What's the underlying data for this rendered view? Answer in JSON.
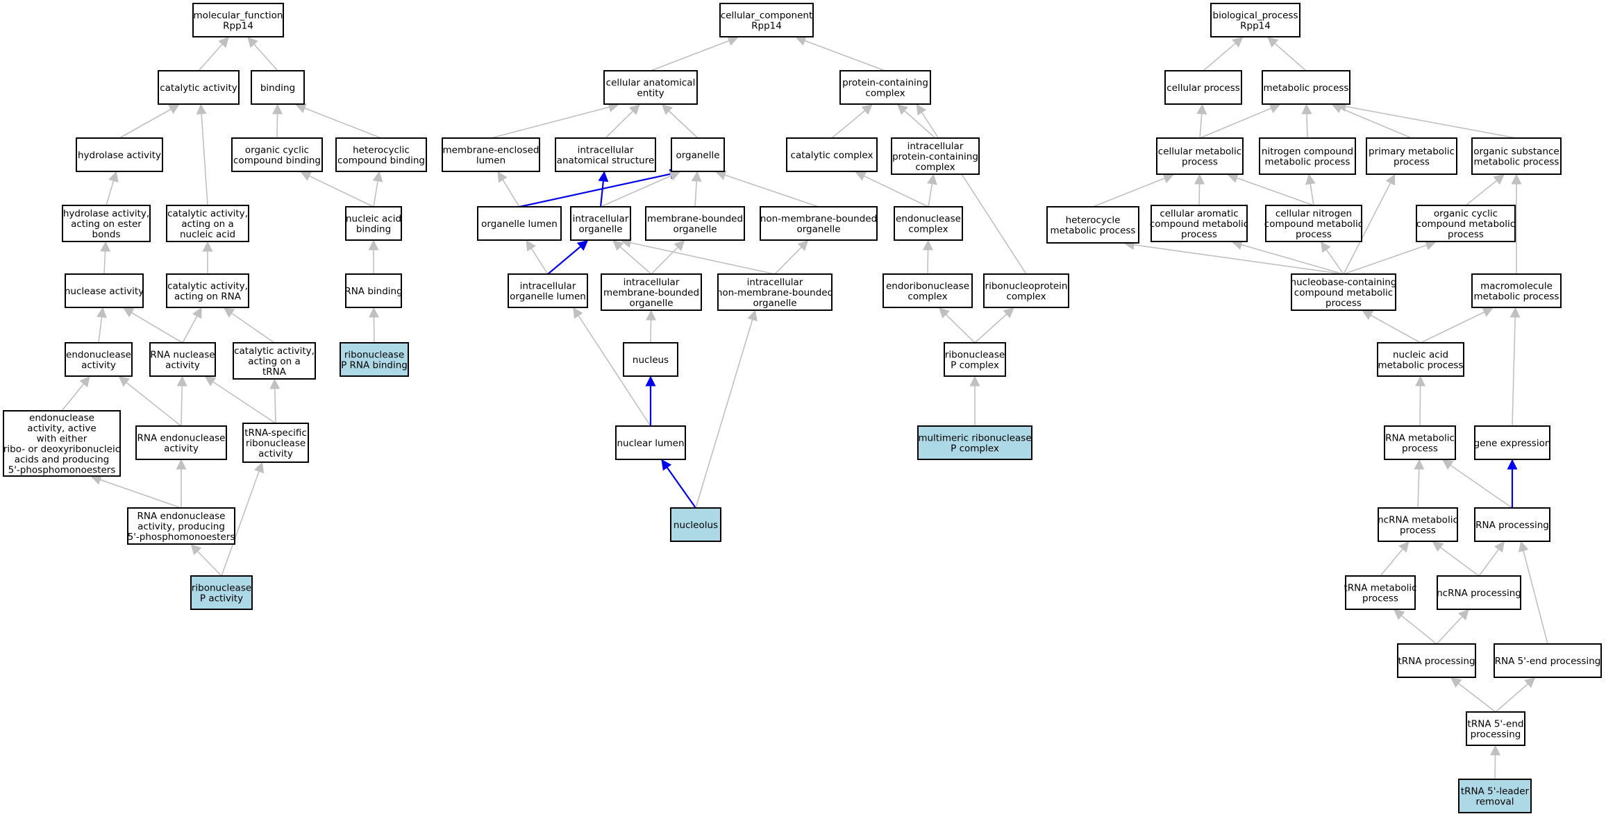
{
  "colors": {
    "node_fill": "#ffffff",
    "highlight_fill": "#add8e6",
    "edge_gray": "#c0c0c0",
    "edge_blue": "#0000ee",
    "border": "#000000"
  },
  "nodes": {
    "mf": {
      "lines": [
        "molecular_function",
        "Rpp14"
      ]
    },
    "catalytic_activity": {
      "lines": [
        "catalytic activity"
      ]
    },
    "binding": {
      "lines": [
        "binding"
      ]
    },
    "hydrolase_activity": {
      "lines": [
        "hydrolase activity"
      ]
    },
    "organic_cyclic_binding": {
      "lines": [
        "organic cyclic",
        "compound binding"
      ]
    },
    "heterocyclic_binding": {
      "lines": [
        "heterocyclic",
        "compound binding"
      ]
    },
    "hydrolase_ester": {
      "lines": [
        "hydrolase activity,",
        "acting on ester",
        "bonds"
      ]
    },
    "cat_nucleic_acid": {
      "lines": [
        "catalytic activity,",
        "acting on a",
        "nucleic acid"
      ]
    },
    "nucleic_acid_binding": {
      "lines": [
        "nucleic acid",
        "binding"
      ]
    },
    "nuclease_activity": {
      "lines": [
        "nuclease activity"
      ]
    },
    "cat_rna": {
      "lines": [
        "catalytic activity,",
        "acting on RNA"
      ]
    },
    "rna_binding": {
      "lines": [
        "RNA binding"
      ]
    },
    "endonuclease_activity": {
      "lines": [
        "endonuclease",
        "activity"
      ]
    },
    "rna_nuclease": {
      "lines": [
        "RNA nuclease",
        "activity"
      ]
    },
    "cat_trna": {
      "lines": [
        "catalytic activity,",
        "acting on a",
        "tRNA"
      ]
    },
    "rnasep_rna_binding": {
      "lines": [
        "ribonuclease",
        "P RNA binding"
      ]
    },
    "endo_either": {
      "lines": [
        "endonuclease",
        "activity, active",
        "with either",
        "ribo- or deoxyribonucleic",
        "acids and producing",
        "5'-phosphomonoesters"
      ]
    },
    "rna_endonuclease": {
      "lines": [
        "RNA endonuclease",
        "activity"
      ]
    },
    "trna_specific": {
      "lines": [
        "tRNA-specific",
        "ribonuclease",
        "activity"
      ]
    },
    "rna_endo_5p": {
      "lines": [
        "RNA endonuclease",
        "activity, producing",
        "5'-phosphomonoesters"
      ]
    },
    "rnasep_activity": {
      "lines": [
        "ribonuclease",
        "P activity"
      ]
    },
    "cc": {
      "lines": [
        "cellular_component",
        "Rpp14"
      ]
    },
    "cell_anat": {
      "lines": [
        "cellular anatomical",
        "entity"
      ]
    },
    "protein_complex": {
      "lines": [
        "protein-containing",
        "complex"
      ]
    },
    "membrane_lumen": {
      "lines": [
        "membrane-enclosed",
        "lumen"
      ]
    },
    "intracell_struct": {
      "lines": [
        "intracellular",
        "anatomical structure"
      ]
    },
    "organelle": {
      "lines": [
        "organelle"
      ]
    },
    "catalytic_complex": {
      "lines": [
        "catalytic complex"
      ]
    },
    "intracell_protein_complex": {
      "lines": [
        "intracellular",
        "protein-containing",
        "complex"
      ]
    },
    "organelle_lumen": {
      "lines": [
        "organelle lumen"
      ]
    },
    "intracell_organelle": {
      "lines": [
        "intracellular",
        "organelle"
      ]
    },
    "membrane_bounded": {
      "lines": [
        "membrane-bounded",
        "organelle"
      ]
    },
    "non_membrane_bounded": {
      "lines": [
        "non-membrane-bounded",
        "organelle"
      ]
    },
    "endonuclease_complex": {
      "lines": [
        "endonuclease",
        "complex"
      ]
    },
    "intracell_organelle_lumen": {
      "lines": [
        "intracellular",
        "organelle lumen"
      ]
    },
    "intracell_membrane_bounded": {
      "lines": [
        "intracellular",
        "membrane-bounded",
        "organelle"
      ]
    },
    "intracell_non_membrane": {
      "lines": [
        "intracellular",
        "non-membrane-bounded",
        "organelle"
      ]
    },
    "endoribonuclease_complex": {
      "lines": [
        "endoribonuclease",
        "complex"
      ]
    },
    "rnp_complex": {
      "lines": [
        "ribonucleoprotein",
        "complex"
      ]
    },
    "nucleus": {
      "lines": [
        "nucleus"
      ]
    },
    "rnasep_complex": {
      "lines": [
        "ribonuclease",
        "P complex"
      ]
    },
    "nuclear_lumen": {
      "lines": [
        "nuclear lumen"
      ]
    },
    "multimeric_rnasep": {
      "lines": [
        "multimeric ribonuclease",
        "P complex"
      ]
    },
    "nucleolus": {
      "lines": [
        "nucleolus"
      ]
    },
    "bp": {
      "lines": [
        "biological_process",
        "Rpp14"
      ]
    },
    "cellular_process": {
      "lines": [
        "cellular process"
      ]
    },
    "metabolic_process": {
      "lines": [
        "metabolic process"
      ]
    },
    "cell_metabolic": {
      "lines": [
        "cellular metabolic",
        "process"
      ]
    },
    "nitrogen_metabolic": {
      "lines": [
        "nitrogen compound",
        "metabolic process"
      ]
    },
    "primary_metabolic": {
      "lines": [
        "primary metabolic",
        "process"
      ]
    },
    "organic_substance": {
      "lines": [
        "organic substance",
        "metabolic process"
      ]
    },
    "heterocycle_metabolic": {
      "lines": [
        "heterocycle",
        "metabolic process"
      ]
    },
    "cell_aromatic": {
      "lines": [
        "cellular aromatic",
        "compound metabolic",
        "process"
      ]
    },
    "cell_nitrogen": {
      "lines": [
        "cellular nitrogen",
        "compound metabolic",
        "process"
      ]
    },
    "organic_cyclic_metabolic": {
      "lines": [
        "organic cyclic",
        "compound metabolic",
        "process"
      ]
    },
    "nucleobase": {
      "lines": [
        "nucleobase-containing",
        "compound metabolic",
        "process"
      ]
    },
    "macromolecule": {
      "lines": [
        "macromolecule",
        "metabolic process"
      ]
    },
    "nucleic_acid_metabolic": {
      "lines": [
        "nucleic acid",
        "metabolic process"
      ]
    },
    "rna_metabolic": {
      "lines": [
        "RNA metabolic",
        "process"
      ]
    },
    "gene_expression": {
      "lines": [
        "gene expression"
      ]
    },
    "ncrna_metabolic": {
      "lines": [
        "ncRNA metabolic",
        "process"
      ]
    },
    "rna_processing": {
      "lines": [
        "RNA processing"
      ]
    },
    "trna_metabolic": {
      "lines": [
        "tRNA metabolic",
        "process"
      ]
    },
    "ncrna_processing": {
      "lines": [
        "ncRNA processing"
      ]
    },
    "trna_processing": {
      "lines": [
        "tRNA processing"
      ]
    },
    "rna_5p_end": {
      "lines": [
        "RNA 5'-end processing"
      ]
    },
    "trna_5p_end": {
      "lines": [
        "tRNA 5'-end",
        "processing"
      ]
    },
    "trna_5p_leader": {
      "lines": [
        "tRNA 5'-leader",
        "removal"
      ]
    }
  },
  "highlighted": [
    "rnasep_activity",
    "rnasep_rna_binding",
    "multimeric_rnasep",
    "nucleolus",
    "trna_5p_leader"
  ],
  "edges": [
    [
      "catalytic_activity",
      "mf",
      "gray"
    ],
    [
      "binding",
      "mf",
      "gray"
    ],
    [
      "hydrolase_activity",
      "catalytic_activity",
      "gray"
    ],
    [
      "cat_nucleic_acid",
      "catalytic_activity",
      "gray"
    ],
    [
      "organic_cyclic_binding",
      "binding",
      "gray"
    ],
    [
      "heterocyclic_binding",
      "binding",
      "gray"
    ],
    [
      "hydrolase_ester",
      "hydrolase_activity",
      "gray"
    ],
    [
      "nucleic_acid_binding",
      "organic_cyclic_binding",
      "gray"
    ],
    [
      "nucleic_acid_binding",
      "heterocyclic_binding",
      "gray"
    ],
    [
      "nuclease_activity",
      "hydrolase_ester",
      "gray"
    ],
    [
      "cat_rna",
      "cat_nucleic_acid",
      "gray"
    ],
    [
      "rna_binding",
      "nucleic_acid_binding",
      "gray"
    ],
    [
      "endonuclease_activity",
      "nuclease_activity",
      "gray"
    ],
    [
      "rna_nuclease",
      "nuclease_activity",
      "gray"
    ],
    [
      "rna_nuclease",
      "cat_rna",
      "gray"
    ],
    [
      "cat_trna",
      "cat_rna",
      "gray"
    ],
    [
      "rnasep_rna_binding",
      "rna_binding",
      "gray"
    ],
    [
      "endo_either",
      "endonuclease_activity",
      "gray"
    ],
    [
      "rna_endonuclease",
      "endonuclease_activity",
      "gray"
    ],
    [
      "rna_endonuclease",
      "rna_nuclease",
      "gray"
    ],
    [
      "trna_specific",
      "rna_nuclease",
      "gray"
    ],
    [
      "trna_specific",
      "cat_trna",
      "gray"
    ],
    [
      "rna_endo_5p",
      "endo_either",
      "gray"
    ],
    [
      "rna_endo_5p",
      "rna_endonuclease",
      "gray"
    ],
    [
      "rnasep_activity",
      "rna_endo_5p",
      "gray"
    ],
    [
      "rnasep_activity",
      "trna_specific",
      "gray"
    ],
    [
      "cell_anat",
      "cc",
      "gray"
    ],
    [
      "protein_complex",
      "cc",
      "gray"
    ],
    [
      "membrane_lumen",
      "cell_anat",
      "gray"
    ],
    [
      "intracell_struct",
      "cell_anat",
      "gray"
    ],
    [
      "organelle",
      "cell_anat",
      "gray"
    ],
    [
      "catalytic_complex",
      "protein_complex",
      "gray"
    ],
    [
      "intracell_protein_complex",
      "protein_complex",
      "gray"
    ],
    [
      "rnp_complex",
      "protein_complex",
      "gray"
    ],
    [
      "organelle_lumen",
      "membrane_lumen",
      "gray"
    ],
    [
      "organelle_lumen",
      "organelle",
      "blue"
    ],
    [
      "intracell_organelle",
      "intracell_struct",
      "blue"
    ],
    [
      "intracell_organelle",
      "organelle",
      "gray"
    ],
    [
      "membrane_bounded",
      "organelle",
      "gray"
    ],
    [
      "non_membrane_bounded",
      "organelle",
      "gray"
    ],
    [
      "endonuclease_complex",
      "catalytic_complex",
      "gray"
    ],
    [
      "endonuclease_complex",
      "intracell_protein_complex",
      "gray"
    ],
    [
      "intracell_organelle_lumen",
      "organelle_lumen",
      "gray"
    ],
    [
      "intracell_organelle_lumen",
      "intracell_organelle",
      "blue"
    ],
    [
      "intracell_membrane_bounded",
      "intracell_organelle",
      "gray"
    ],
    [
      "intracell_membrane_bounded",
      "membrane_bounded",
      "gray"
    ],
    [
      "intracell_non_membrane",
      "intracell_organelle",
      "gray"
    ],
    [
      "intracell_non_membrane",
      "non_membrane_bounded",
      "gray"
    ],
    [
      "endoribonuclease_complex",
      "endonuclease_complex",
      "gray"
    ],
    [
      "nucleus",
      "intracell_membrane_bounded",
      "gray"
    ],
    [
      "rnasep_complex",
      "endoribonuclease_complex",
      "gray"
    ],
    [
      "rnasep_complex",
      "rnp_complex",
      "gray"
    ],
    [
      "nuclear_lumen",
      "intracell_organelle_lumen",
      "gray"
    ],
    [
      "nuclear_lumen",
      "nucleus",
      "blue"
    ],
    [
      "multimeric_rnasep",
      "rnasep_complex",
      "gray"
    ],
    [
      "nucleolus",
      "nuclear_lumen",
      "blue"
    ],
    [
      "nucleolus",
      "intracell_non_membrane",
      "gray"
    ],
    [
      "cellular_process",
      "bp",
      "gray"
    ],
    [
      "metabolic_process",
      "bp",
      "gray"
    ],
    [
      "cell_metabolic",
      "cellular_process",
      "gray"
    ],
    [
      "cell_metabolic",
      "metabolic_process",
      "gray"
    ],
    [
      "nitrogen_metabolic",
      "metabolic_process",
      "gray"
    ],
    [
      "primary_metabolic",
      "metabolic_process",
      "gray"
    ],
    [
      "organic_substance",
      "metabolic_process",
      "gray"
    ],
    [
      "heterocycle_metabolic",
      "cell_metabolic",
      "gray"
    ],
    [
      "cell_aromatic",
      "cell_metabolic",
      "gray"
    ],
    [
      "cell_nitrogen",
      "cell_metabolic",
      "gray"
    ],
    [
      "cell_nitrogen",
      "nitrogen_metabolic",
      "gray"
    ],
    [
      "organic_cyclic_metabolic",
      "organic_substance",
      "gray"
    ],
    [
      "nucleobase",
      "heterocycle_metabolic",
      "gray"
    ],
    [
      "nucleobase",
      "cell_aromatic",
      "gray"
    ],
    [
      "nucleobase",
      "cell_nitrogen",
      "gray"
    ],
    [
      "nucleobase",
      "organic_cyclic_metabolic",
      "gray"
    ],
    [
      "nucleobase",
      "primary_metabolic",
      "gray"
    ],
    [
      "macromolecule",
      "organic_substance",
      "gray"
    ],
    [
      "nucleic_acid_metabolic",
      "nucleobase",
      "gray"
    ],
    [
      "nucleic_acid_metabolic",
      "macromolecule",
      "gray"
    ],
    [
      "rna_metabolic",
      "nucleic_acid_metabolic",
      "gray"
    ],
    [
      "gene_expression",
      "macromolecule",
      "gray"
    ],
    [
      "ncrna_metabolic",
      "rna_metabolic",
      "gray"
    ],
    [
      "rna_processing",
      "rna_metabolic",
      "gray"
    ],
    [
      "rna_processing",
      "gene_expression",
      "blue"
    ],
    [
      "trna_metabolic",
      "ncrna_metabolic",
      "gray"
    ],
    [
      "ncrna_processing",
      "ncrna_metabolic",
      "gray"
    ],
    [
      "ncrna_processing",
      "rna_processing",
      "gray"
    ],
    [
      "trna_processing",
      "trna_metabolic",
      "gray"
    ],
    [
      "trna_processing",
      "ncrna_processing",
      "gray"
    ],
    [
      "rna_5p_end",
      "rna_processing",
      "gray"
    ],
    [
      "trna_5p_end",
      "trna_processing",
      "gray"
    ],
    [
      "trna_5p_end",
      "rna_5p_end",
      "gray"
    ],
    [
      "trna_5p_leader",
      "trna_5p_end",
      "gray"
    ]
  ]
}
